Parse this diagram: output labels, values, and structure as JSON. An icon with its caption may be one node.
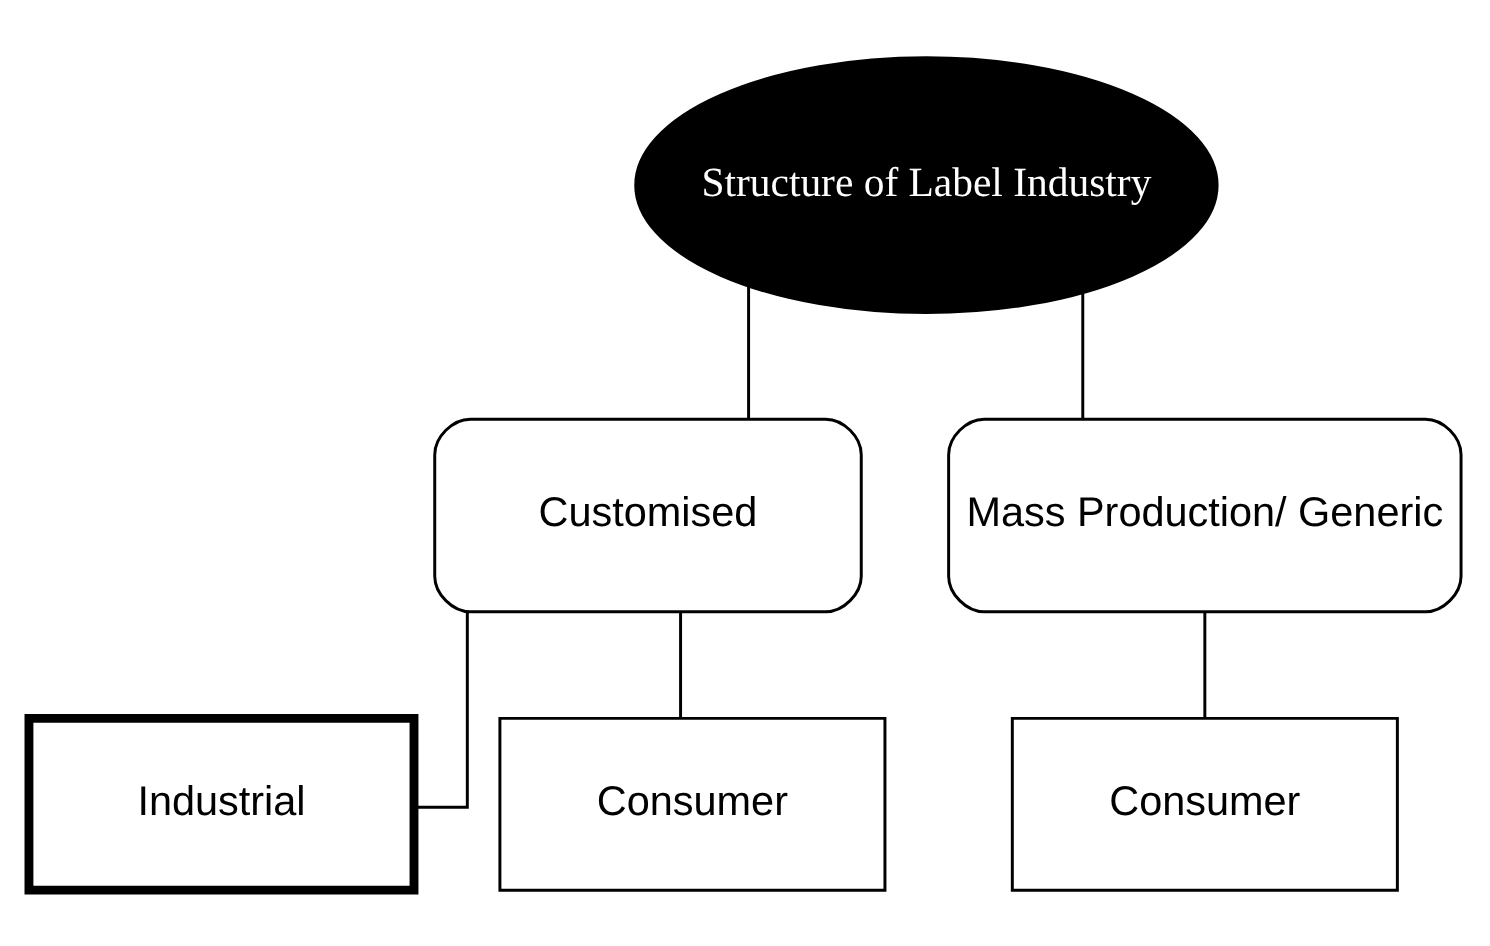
{
  "diagram": {
    "nodes": [
      {
        "text": [
          "Structure of Label Industry"
        ]
      },
      {
        "text": [
          "Customised"
        ]
      },
      {
        "text": [
          "Mass Production/ Generic"
        ]
      },
      {
        "text": [
          "Industrial"
        ]
      },
      {
        "text": [
          "Consumer"
        ]
      },
      {
        "text": [
          "Consumer"
        ]
      }
    ],
    "edges": [
      {
        "from": 0,
        "to": 1,
        "arrow": "none"
      },
      {
        "from": 0,
        "to": 2,
        "arrow": "none"
      },
      {
        "from": 1,
        "to": 3,
        "arrow": "none"
      },
      {
        "from": 1,
        "to": 4,
        "arrow": "none"
      },
      {
        "from": 2,
        "to": 5,
        "arrow": "none"
      }
    ]
  }
}
